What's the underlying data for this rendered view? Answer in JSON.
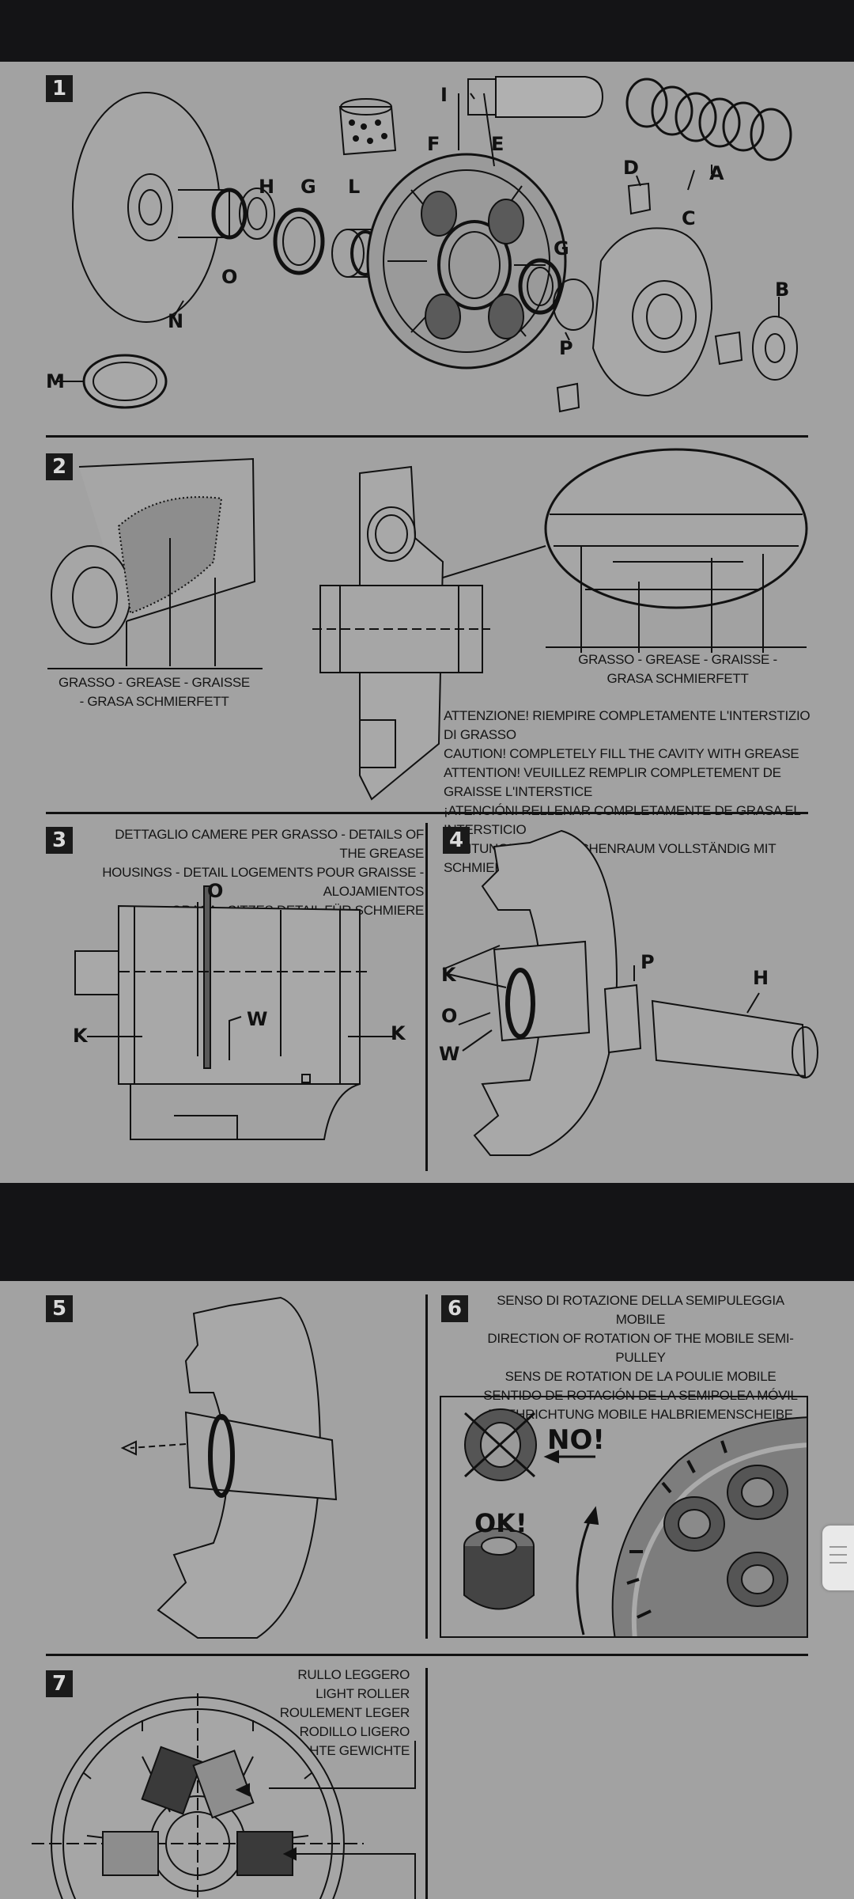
{
  "steps": {
    "s1": "1",
    "s2": "2",
    "s3": "3",
    "s4": "4",
    "s5": "5",
    "s6": "6",
    "s7": "7"
  },
  "parts": {
    "A": "A",
    "B": "B",
    "C": "C",
    "D": "D",
    "E": "E",
    "F": "F",
    "G": "G",
    "H": "H",
    "I": "I",
    "K": "K",
    "L": "L",
    "M": "M",
    "N": "N",
    "O": "O",
    "P": "P",
    "W": "W"
  },
  "grease_caption_left": "GRASSO - GREASE - GRAISSE - GRASA SCHMIERFETT",
  "grease_caption_right": "GRASSO - GREASE - GRAISSE - GRASA SCHMIERFETT",
  "warning_lines": [
    "ATTENZIONE! RIEMPIRE COMPLETAMENTE L'INTERSTIZIO DI GRASSO",
    "CAUTION! COMPLETELY FILL THE CAVITY WITH GREASE",
    "ATTENTION! VEUILLEZ REMPLIR COMPLETEMENT DE GRAISSE L'INTERSTICE",
    "¡ATENCIÓN! RELLENAR COMPLETAMENTE DE GRASA EL INTERSTICIO",
    "ACHTUNG! DEN ZWISCHENRAUM VOLLSTÄNDIG MIT SCHMIERFETT FÜLLEN"
  ],
  "detail_lines": [
    "DETTAGLIO CAMERE PER GRASSO - DETAILS OF THE GREASE",
    "HOUSINGS - DETAIL LOGEMENTS POUR GRAISSE - ALOJAMIENTOS",
    "GRASA - SITZES DETAIL FÜR SCHMIERE"
  ],
  "rotation_lines": [
    "SENSO DI ROTAZIONE DELLA SEMIPULEGGIA MOBILE",
    "DIRECTION OF ROTATION OF THE MOBILE SEMI-PULLEY",
    "SENS DE ROTATION DE LA POULIE MOBILE",
    "SENTIDO DE ROTACIÓN DE LA SEMIPOLEA MÓVIL",
    "DREHRICHTUNG MOBILE HALBRIEMENSCHEIBE"
  ],
  "roller_no": "NO!",
  "roller_ok": "OK!",
  "light_roller_lines": [
    "RULLO LEGGERO",
    "LIGHT ROLLER",
    "ROULEMENT LEGER",
    "RODILLO LIGERO",
    "LEICHTE GEWICHTE"
  ],
  "colors": {
    "page_background": "#a2a2a2",
    "header_band": "#141416",
    "ink": "#111111"
  }
}
